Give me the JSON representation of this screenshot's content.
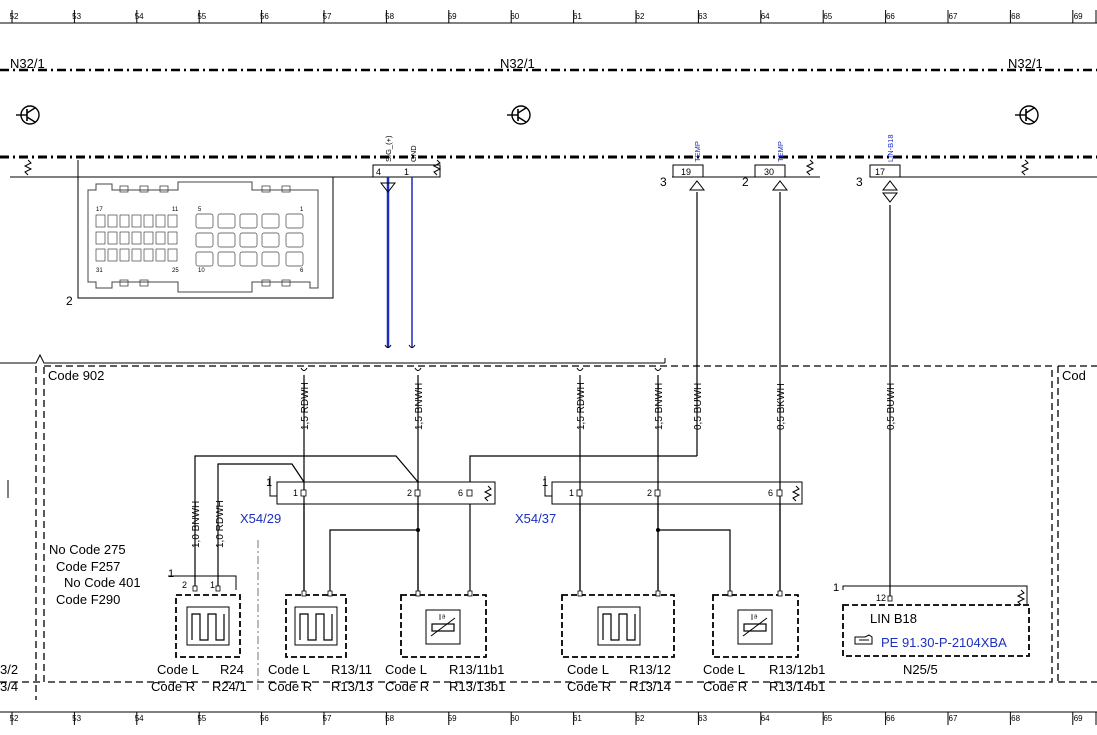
{
  "ruler": {
    "numbers": [
      "52",
      "53",
      "54",
      "55",
      "56",
      "57",
      "58",
      "59",
      "60",
      "61",
      "62",
      "63",
      "64",
      "65",
      "66",
      "67",
      "68",
      "69"
    ]
  },
  "module": {
    "name_left": "N32/1",
    "name_center": "N32/1",
    "name_right": "N32/1",
    "pins": {
      "sig_num": "4",
      "sig_name": "SIG_(+)",
      "gnd_num": "1",
      "gnd_name": "GND",
      "temp1_num": "19",
      "temp1_name": "TEMP",
      "temp1_conn": "3",
      "temp2_num": "30",
      "temp2_name": "TEMP",
      "temp2_conn": "2",
      "lin_num": "17",
      "lin_name": "LIN-B18",
      "lin_conn": "3"
    },
    "connector_callout": "2",
    "connector_pins": [
      "17",
      "11",
      "5",
      "1",
      "31",
      "25",
      "10",
      "6"
    ]
  },
  "region": {
    "code_label": "Code 902",
    "code_label_right": "Cod"
  },
  "wires": {
    "w1": "1,5 RDWH",
    "w2": "1,5 BNWH",
    "w3": "1,5 RDWH",
    "w4": "1,5 BNWH",
    "w5": "0,5 BUWH",
    "w6": "0,5 BKWH",
    "w7": "0,5 BUWH",
    "w8": "1,0 BNWH",
    "w9": "1,0 RDWH"
  },
  "connectors": {
    "x1_name": "X54/29",
    "x2_name": "X54/37",
    "x1_callout": "1",
    "x2_callout": "1",
    "x1_pins": [
      "1",
      "2",
      "6"
    ],
    "x2_pins": [
      "1",
      "2",
      "6"
    ]
  },
  "codes_note": {
    "line1": "No  Code 275",
    "line2": "Code F257",
    "line3": "No  Code 401",
    "line4": "Code F290"
  },
  "components": {
    "c1": {
      "pin_a": "2",
      "pin_b": "1",
      "callout": "1",
      "codeL": "Code L",
      "codeR": "Code R",
      "refL": "R24",
      "refR": "R24/1"
    },
    "c2": {
      "codeL": "Code L",
      "codeR": "Code R",
      "refL": "R13/11",
      "refR": "R13/13"
    },
    "c3": {
      "codeL": "Code L",
      "codeR": "Code R",
      "refL": "R13/11b1",
      "refR": "R13/13b1"
    },
    "c4": {
      "codeL": "Code L",
      "codeR": "Code R",
      "refL": "R13/12",
      "refR": "R13/14"
    },
    "c5": {
      "codeL": "Code L",
      "codeR": "Code R",
      "refL": "R13/12b1",
      "refR": "R13/14b1"
    },
    "n25": {
      "pin": "12",
      "callout": "1",
      "label": "LIN B18",
      "ref": "PE 91.30-P-2104XBA",
      "name": "N25/5"
    }
  },
  "edge_labels": {
    "left_top": "3/2",
    "left_bottom": "3/4"
  },
  "colors": {
    "wire_blue": "#1a2fbf",
    "line": "#000000",
    "dash_gray": "#777777"
  }
}
